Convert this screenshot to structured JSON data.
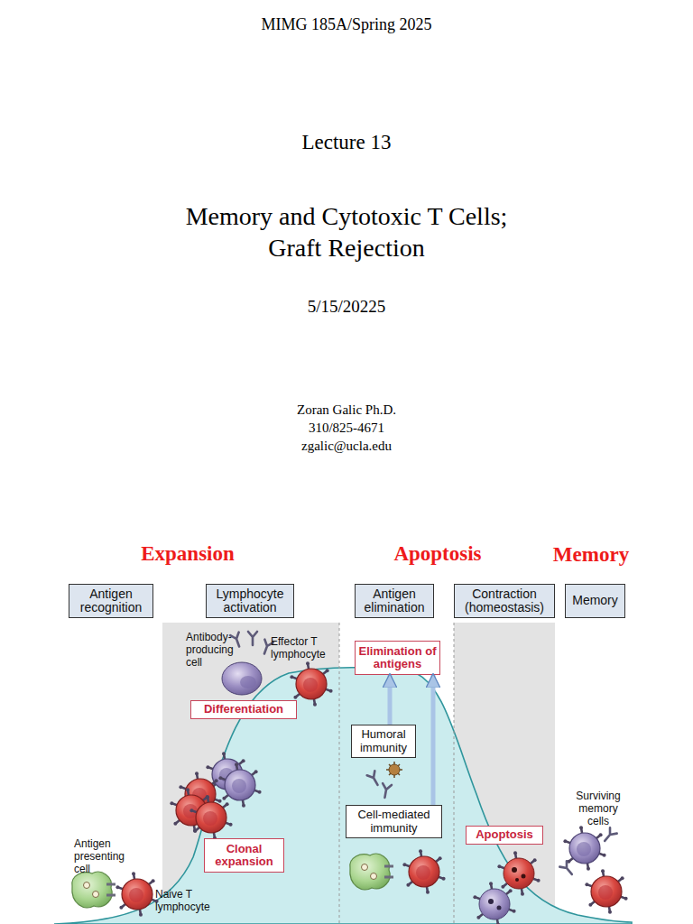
{
  "diagram": {
    "title": "Memory and Cytotoxic T Cells; Graft Rejection",
    "nodes": [
      {
        "text": [
          "Antigen recognition"
        ]
      },
      {
        "text": [
          "Lymphocyte activation"
        ]
      },
      {
        "text": [
          "Antigen elimination"
        ]
      },
      {
        "text": [
          "Contraction (homeostasis)"
        ]
      },
      {
        "text": [
          "Memory"
        ]
      },
      {
        "text": [
          "Elimination of antigens"
        ]
      },
      {
        "text": [
          "Differentiation"
        ]
      },
      {
        "text": [
          "Humoral immunity"
        ]
      },
      {
        "text": [
          "Cell-mediated immunity"
        ]
      },
      {
        "text": [
          "Apoptosis"
        ]
      },
      {
        "text": [
          "Clonal expansion"
        ]
      }
    ],
    "edges": [
      {
        "from": 7,
        "to": 5,
        "arrow": "to"
      },
      {
        "from": 8,
        "to": 5,
        "arrow": "to"
      }
    ],
    "labels": [
      "MIMG 185A/Spring 2025",
      "Lecture 13",
      "5/15/20225",
      "Zoran Galic Ph.D.",
      "310/825-4671",
      "zgalic@ucla.edu",
      "Expansion",
      "Apoptosis",
      "Memory",
      "Antibody-producing cell",
      "Effector T lymphocyte",
      "Antigen presenting cell",
      "Naive T lymphocyte",
      "Surviving memory cells"
    ]
  }
}
